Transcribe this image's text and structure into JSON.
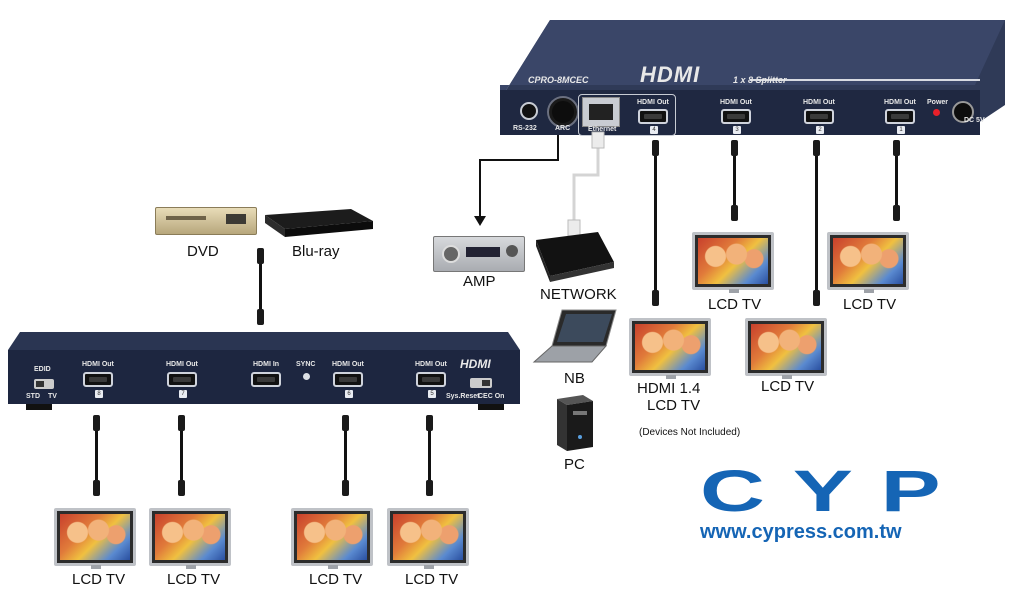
{
  "splitter": {
    "model": "CPRO-8MCEC",
    "hdmi_logo": "HDMI",
    "subtitle": "1 x 8 Splitter",
    "ports": {
      "rs232": "RS-232",
      "arc": "ARC",
      "ethernet": "Ethernet",
      "hdmi_out": "HDMI Out",
      "power": "Power",
      "dc": "DC 5V"
    },
    "port_numbers": [
      "4",
      "3",
      "2",
      "1"
    ]
  },
  "switcher": {
    "edid": "EDID",
    "std": "STD",
    "tv": "TV",
    "hdmi_out": "HDMI Out",
    "hdmi_in": "HDMI In",
    "sync": "SYNC",
    "hdmi_logo": "HDMI",
    "sys_reset": "Sys.Reset",
    "cec_on": "CEC On",
    "port_numbers": [
      "8",
      "7",
      "6",
      "5"
    ]
  },
  "devices": {
    "dvd": "DVD",
    "bluray": "Blu-ray",
    "amp": "AMP",
    "network": "NETWORK",
    "nb": "NB",
    "pc": "PC",
    "hdmi14_line1": "HDMI 1.4",
    "hdmi14_line2": "LCD TV",
    "lcd_tv": "LCD TV",
    "note": "(Devices Not Included)"
  },
  "brand": {
    "logo": "CYP",
    "url": "www.cypress.com.tw",
    "color": "#1565b5"
  }
}
